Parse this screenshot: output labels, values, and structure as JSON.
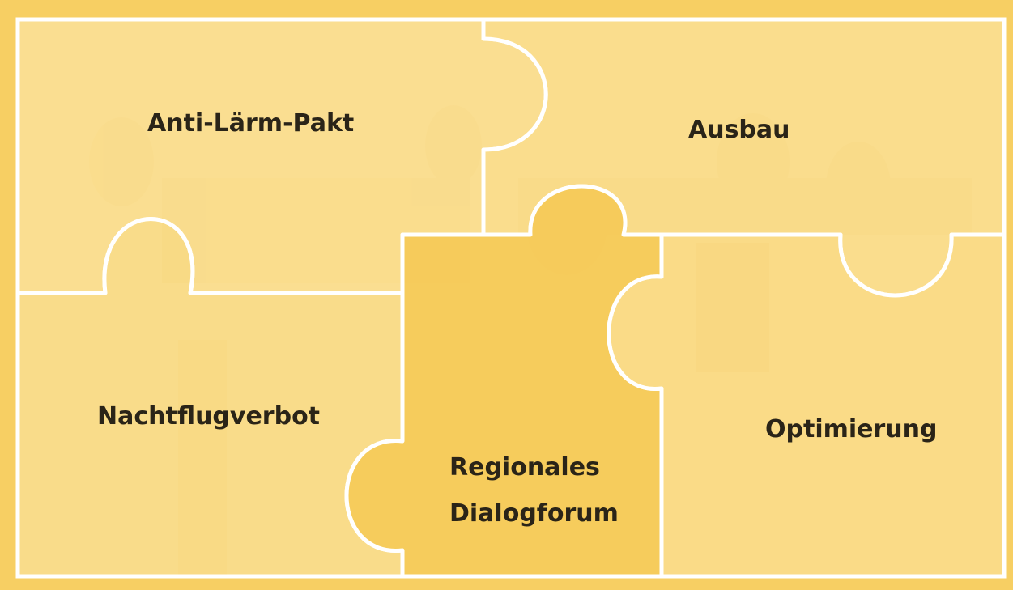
{
  "diagram": {
    "pieces": {
      "anti_laerm_pakt": {
        "label": "Anti-Lärm-Pakt"
      },
      "ausbau": {
        "label": "Ausbau"
      },
      "nachtflugverbot": {
        "label": "Nachtflugverbot"
      },
      "regionales_dialogforum": {
        "label_line1": "Regionales",
        "label_line2": "Dialogforum"
      },
      "optimierung": {
        "label": "Optimierung"
      }
    },
    "colors": {
      "background": "#f7cf63",
      "piece_light": "#fbe3a0",
      "piece_mid": "#f9d880",
      "piece_dark": "#f6cb5c",
      "outline": "#ffffff",
      "text": "#2a2418"
    }
  }
}
